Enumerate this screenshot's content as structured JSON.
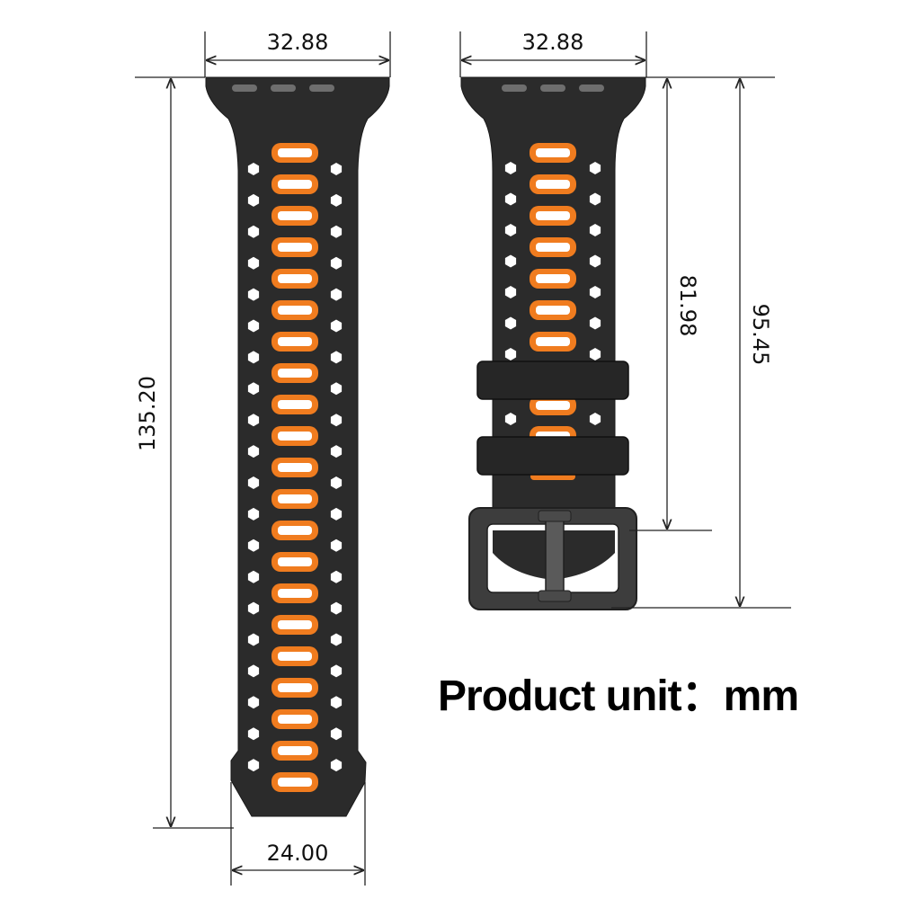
{
  "dimensions": {
    "long_strap_width": "32.88",
    "long_strap_length": "135.20",
    "long_strap_tip_width": "24.00",
    "buckle_strap_width": "32.88",
    "buckle_strap_inner_length": "81.98",
    "buckle_strap_total_length": "95.45"
  },
  "unit_label": "Product unit：mm",
  "colors": {
    "strap": "#2b2b2b",
    "strap_shade": "#1f1f1f",
    "accent": "#f07c1f",
    "hole": "#ffffff",
    "connector_slot": "#6e6e6e",
    "buckle": "#3d3d3d"
  },
  "icons": {
    "strap": "watch-strap-icon",
    "buckle": "buckle-icon"
  }
}
